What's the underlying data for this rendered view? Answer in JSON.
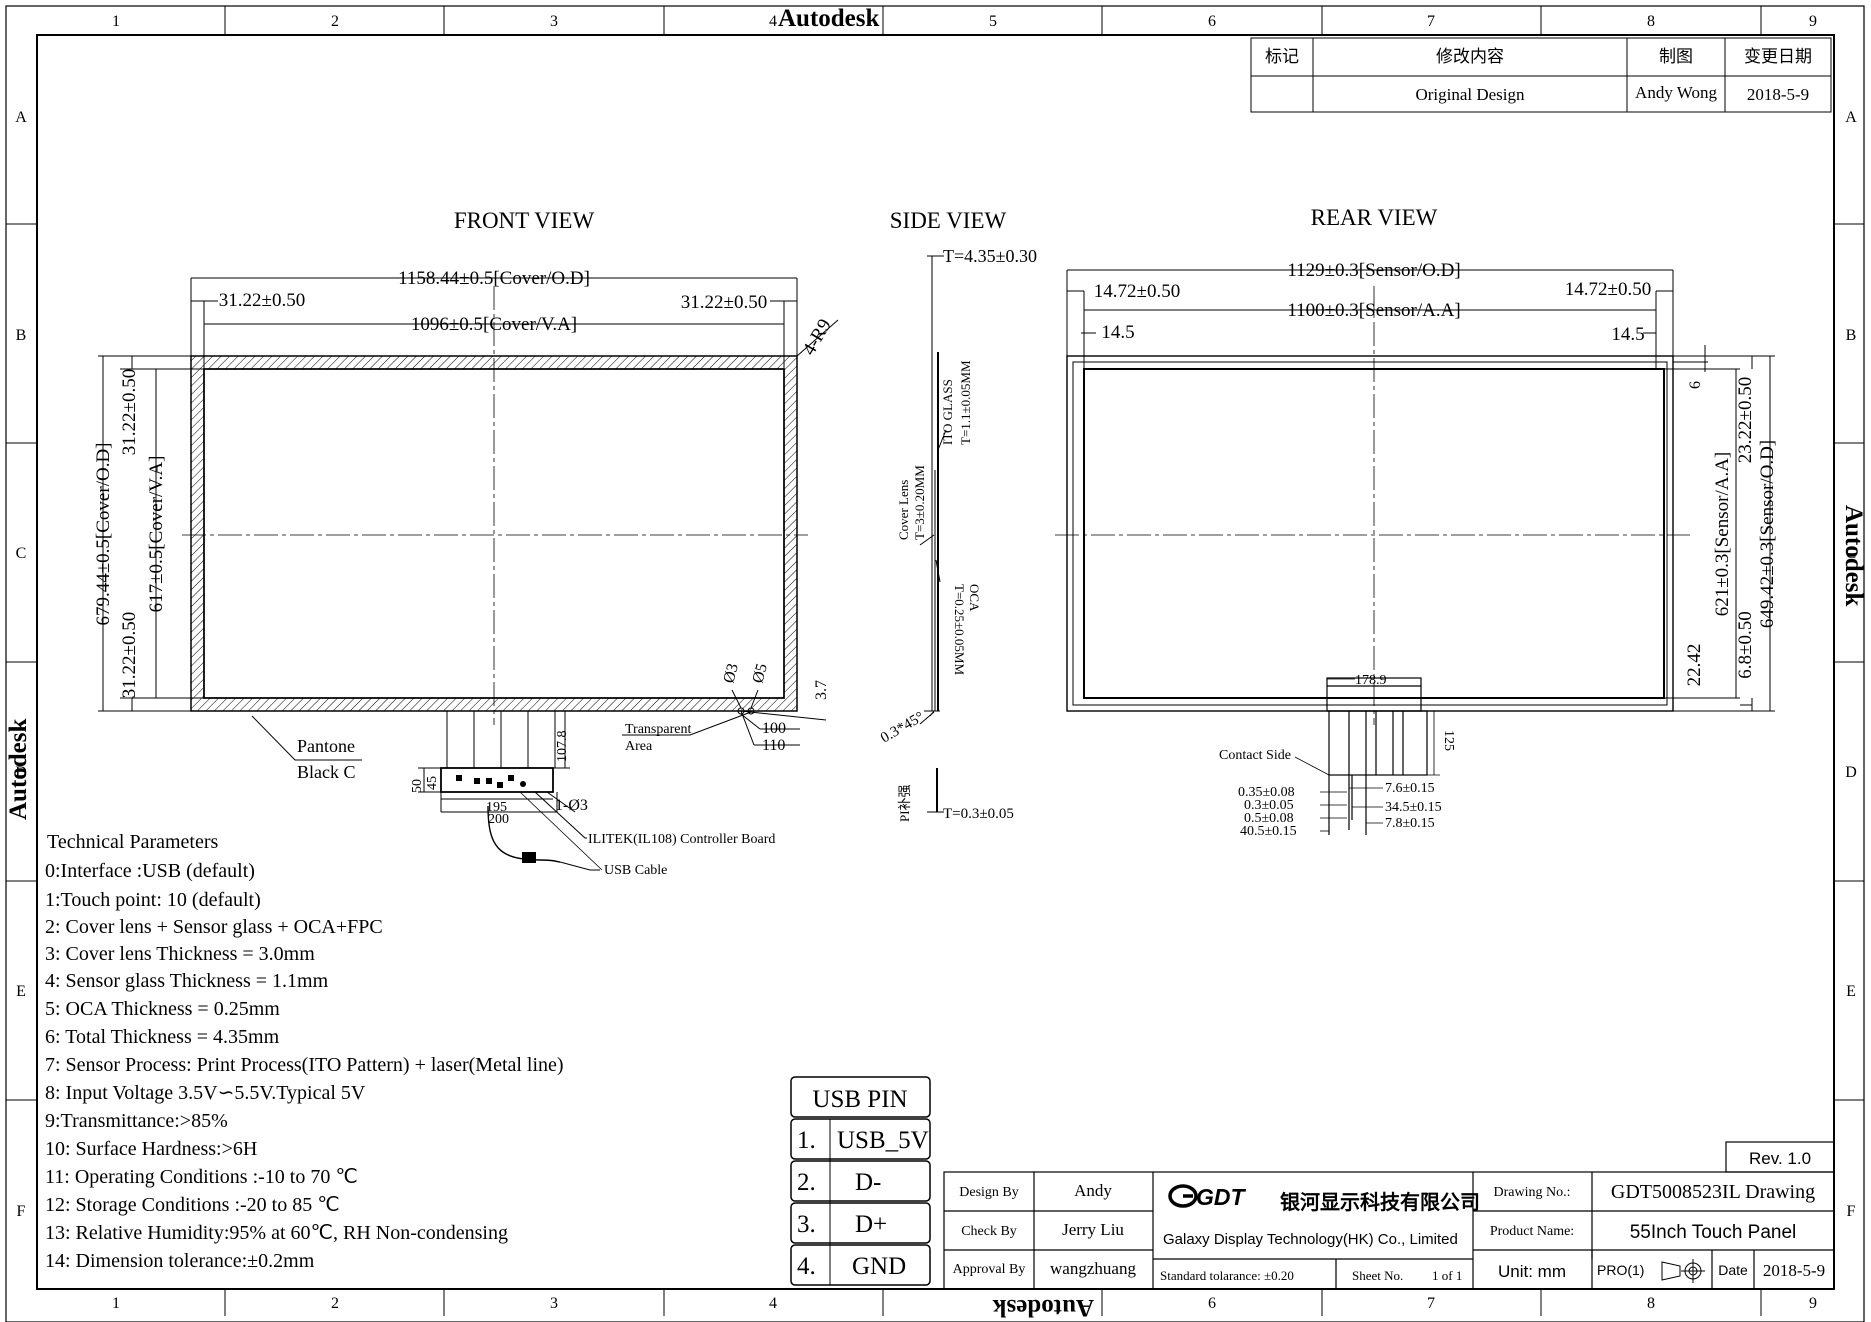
{
  "watermark": "Autodesk",
  "grid": {
    "cols": [
      "1",
      "2",
      "3",
      "4",
      "5",
      "6",
      "7",
      "8",
      "9"
    ],
    "rows": [
      "A",
      "B",
      "C",
      "D",
      "E",
      "F"
    ]
  },
  "revision_table": {
    "headers": [
      "标记",
      "修改内容",
      "制图",
      "变更日期"
    ],
    "row": [
      "",
      "Original Design",
      "Andy Wong",
      "2018-5-9"
    ]
  },
  "views": {
    "front": {
      "title": "FRONT VIEW",
      "dims": {
        "cover_od_w": "1158.44±0.5[Cover/O.D]",
        "margin_left": "31.22±0.50",
        "margin_right": "31.22±0.50",
        "cover_va_w": "1096±0.5[Cover/V.A]",
        "radius": "4-R9",
        "cover_od_h": "679.44±0.5[Cover/O.D]",
        "margin_top": "31.22±0.50",
        "cover_va_h": "617±0.5[Cover/V.A]",
        "margin_bottom": "31.22±0.50",
        "hole_a": "Ø3",
        "hole_b": "Ø5",
        "dim_37": "3.7",
        "dim_100": "100",
        "dim_110": "110",
        "dim_1078": "107.8",
        "dim_50": "50",
        "dim_45": "45",
        "dim_195": "195",
        "dim_200": "200",
        "hole_c": "1-Ø3"
      },
      "labels": {
        "pantone": "Pantone",
        "black_c": "Black C",
        "transparent": "Transparent",
        "area": "Area",
        "controller": "ILITEK(IL108) Controller Board",
        "usb_cable": "USB Cable"
      }
    },
    "side": {
      "title": "SIDE VIEW",
      "t_total": "T=4.35±0.30",
      "ito_glass": "ITO GLASS",
      "ito_thk": "T=1.1±0.05MM",
      "cover_lens": "Cover Lens",
      "cover_thk": "T=3±0.20MM",
      "oca": "OCA",
      "oca_thk": "T=0.25±0.05MM",
      "chamfer": "0.3*45°",
      "pi": "PI补强",
      "pi_thk": "T=0.3±0.05"
    },
    "rear": {
      "title": "REAR VIEW",
      "dims": {
        "sensor_od_w": "1129±0.3[Sensor/O.D]",
        "margin_left": "14.72±0.50",
        "margin_right": "14.72±0.50",
        "sensor_aa_w": "1100±0.3[Sensor/A.A]",
        "dim_145_l": "14.5",
        "dim_145_r": "14.5",
        "dim_6": "6",
        "sensor_aa_h": "621±0.3[Sensor/A.A]",
        "margin_2322": "23.22±0.50",
        "sensor_od_h": "649.42±0.3[Sensor/O.D]",
        "dim_2242": "22.42",
        "dim_68": "6.8±0.50",
        "fpc_w": "178.9",
        "fpc_len": "125",
        "pitch": "0.35±0.08",
        "w03": "0.3±0.05",
        "w05": "0.5±0.08",
        "w405": "40.5±0.15",
        "d76": "7.6±0.15",
        "d345": "34.5±0.15",
        "d78": "7.8±0.15"
      },
      "contact_side": "Contact Side"
    }
  },
  "technical_parameters": {
    "title": "Technical Parameters",
    "items": [
      "0:Interface :USB (default)",
      "1:Touch point: 10 (default)",
      "2: Cover lens + Sensor glass + OCA+FPC",
      "3: Cover lens Thickness = 3.0mm",
      "4: Sensor glass Thickness = 1.1mm",
      "5: OCA Thickness = 0.25mm",
      "6: Total Thickness = 4.35mm",
      "7: Sensor Process: Print Process(ITO Pattern) + laser(Metal line)",
      "8: Input Voltage  3.5V∽5.5V.Typical 5V",
      "9:Transmittance:>85%",
      "10: Surface Hardness:>6H",
      "11: Operating Conditions :-10 to 70 ℃",
      "12: Storage Conditions :-20 to 85 ℃",
      "13: Relative Humidity:95% at 60℃, RH Non-condensing",
      "14: Dimension tolerance:±0.2mm"
    ]
  },
  "usb_pin": {
    "title": "USB PIN",
    "pins": [
      {
        "num": "1.",
        "name": "USB_5V"
      },
      {
        "num": "2.",
        "name": "D-"
      },
      {
        "num": "3.",
        "name": "D+"
      },
      {
        "num": "4.",
        "name": "GND"
      }
    ]
  },
  "title_block": {
    "rev": "Rev. 1.0",
    "design_by_label": "Design By",
    "design_by": "Andy",
    "check_by_label": "Check By",
    "check_by": "Jerry Liu",
    "approval_by_label": "Approval By",
    "approval_by": "wangzhuang",
    "company_logo": "GDT",
    "company_cn": "银河显示科技有限公司",
    "company_en": "Galaxy Display Technology(HK) Co., Limited",
    "std_tol": "Standard tolarance: ±0.20",
    "sheet_no_label": "Sheet No.",
    "sheet_no": "1 of 1",
    "drawing_no_label": "Drawing No.:",
    "drawing_no": "GDT5008523IL Drawing",
    "product_name_label": "Product Name:",
    "product_name": "55Inch Touch Panel",
    "unit": "Unit: mm",
    "projection": "PRO(1)",
    "date_label": "Date",
    "date": "2018-5-9"
  }
}
